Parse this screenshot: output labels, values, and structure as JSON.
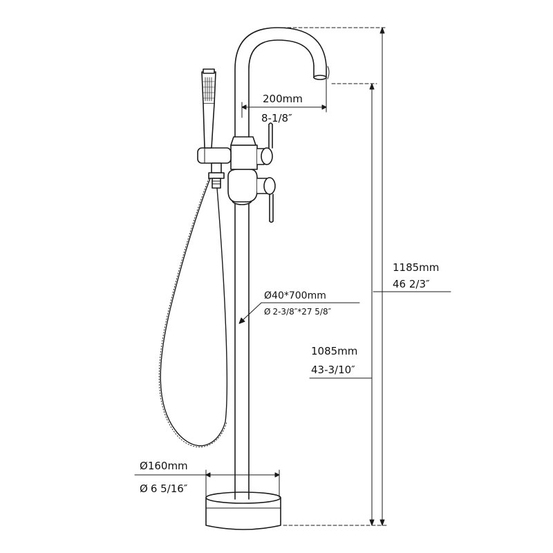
{
  "dimensions": {
    "spout_reach": {
      "metric": "200mm",
      "imperial": "8-1/8″"
    },
    "total_height": {
      "metric": "1185mm",
      "imperial": "46 2/3″"
    },
    "spout_height": {
      "metric": "1085mm",
      "imperial": "43-3/10″"
    },
    "pipe": {
      "metric": "40*700mm",
      "imperial": "2-3/8″*27 5/8″",
      "symbol": "Ø"
    },
    "base": {
      "metric": "160mm",
      "imperial": "6 5/16″",
      "symbol": "Ø"
    }
  },
  "colors": {
    "line": "#1a1a1a",
    "background": "#ffffff"
  }
}
